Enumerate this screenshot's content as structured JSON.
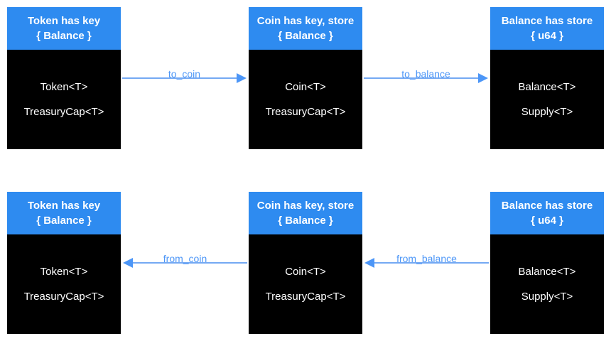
{
  "colors": {
    "header_blue": "#2E8BF0",
    "body_black": "#000000",
    "arrow_blue": "#4C96F7",
    "line_blue": "#74A9F3",
    "text_white": "#FFFFFF"
  },
  "diagram": {
    "rows": [
      {
        "boxes": [
          {
            "header_line1": "Token has key",
            "header_line2": "{ Balance }",
            "fields": [
              "Token<T>",
              "TreasuryCap<T>"
            ]
          },
          {
            "header_line1": "Coin has key, store",
            "header_line2": "{ Balance }",
            "fields": [
              "Coin<T>",
              "TreasuryCap<T>"
            ]
          },
          {
            "header_line1": "Balance has store",
            "header_line2": "{ u64 }",
            "fields": [
              "Balance<T>",
              "Supply<T>"
            ]
          }
        ],
        "arrows": [
          {
            "label": "to_coin",
            "direction": "right"
          },
          {
            "label": "to_balance",
            "direction": "right"
          }
        ]
      },
      {
        "boxes": [
          {
            "header_line1": "Token has key",
            "header_line2": "{ Balance }",
            "fields": [
              "Token<T>",
              "TreasuryCap<T>"
            ]
          },
          {
            "header_line1": "Coin has key, store",
            "header_line2": "{ Balance }",
            "fields": [
              "Coin<T>",
              "TreasuryCap<T>"
            ]
          },
          {
            "header_line1": "Balance has store",
            "header_line2": "{ u64 }",
            "fields": [
              "Balance<T>",
              "Supply<T>"
            ]
          }
        ],
        "arrows": [
          {
            "label": "from_coin",
            "direction": "left"
          },
          {
            "label": "from_balance",
            "direction": "left"
          }
        ]
      }
    ]
  }
}
